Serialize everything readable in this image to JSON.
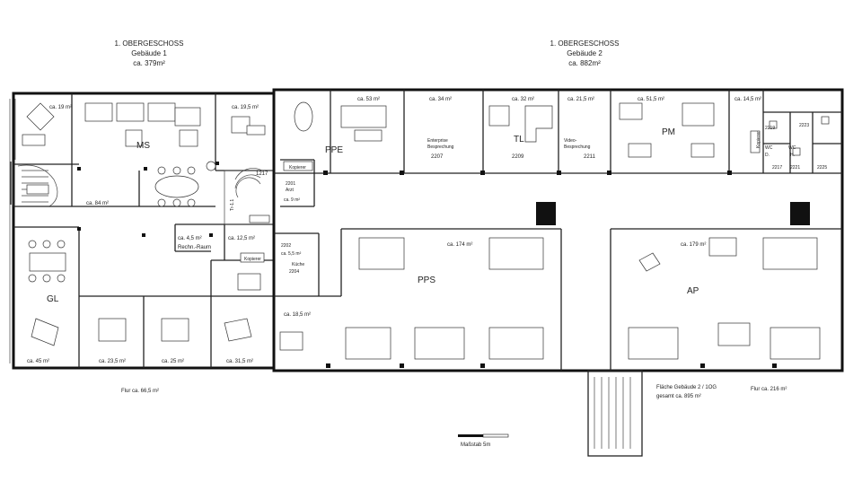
{
  "headers": {
    "building1": {
      "line1": "1. OBERGESCHOSS",
      "line2": "Gebäude 1",
      "line3": "ca. 379m²"
    },
    "building2": {
      "line1": "1. OBERGESCHOSS",
      "line2": "Gebäude 2",
      "line3": "ca. 882m²"
    }
  },
  "rooms": {
    "MS": "MS",
    "GL": "GL",
    "PPE": "PPE",
    "TL": "TL",
    "PM": "PM",
    "PPS": "PPS",
    "AP": "AP",
    "enterprise_line1": "Enterprise",
    "enterprise_line2": "Besprechung",
    "enterprise_no": "2207",
    "video_line1": "Video-",
    "video_line2": "Besprechung",
    "video_no": "2211",
    "tl_no": "2209",
    "kopierer1": "Kopierer",
    "kopierer2": "Kopierer",
    "kopierer3": "Kopierer",
    "arzt_no": "2201",
    "arzt": "Arzt",
    "arzt_area": "ca. 9 m²",
    "kitchen_no": "2202",
    "kitchen_area": "ca. 5,5 m²",
    "kitchen": "Küche",
    "kitchen_no2": "2204",
    "rechner": "Rechn.-Raum",
    "r1217": "1217",
    "r2219": "2219",
    "r2223": "2223",
    "r2217": "2217",
    "r2221": "2221",
    "r2225": "2225",
    "wc1": "WC",
    "wc2": "WC",
    "d": "D.",
    "h": "H.",
    "trt": "Tr-1.1"
  },
  "areas": {
    "a19": "ca. 19 m²",
    "a195": "ca. 19,5 m²",
    "a84": "ca. 84 m²",
    "a45b": "ca. 4,5 m²",
    "a125": "ca. 12,5 m²",
    "a45": "ca. 45 m²",
    "a235": "ca. 23,5 m²",
    "a25": "ca. 25 m²",
    "a315": "ca. 31,5 m²",
    "a53": "ca. 53 m²",
    "a34": "ca. 34 m²",
    "a32": "ca. 32 m²",
    "a215": "ca. 21,5 m²",
    "a515": "ca. 51,5 m²",
    "a145": "ca. 14,5 m²",
    "a174": "ca. 174 m²",
    "a179": "ca. 179 m²",
    "a185": "ca. 18,5 m²"
  },
  "footer": {
    "flur1": "Flur ca. 66,5 m²",
    "flache_line1": "Fläche Gebäude 2 / 1OG",
    "flache_line2": "gesamt ca. 895 m²",
    "flur2": "Flur ca. 216 m²",
    "scale": "Maßstab  5m"
  }
}
